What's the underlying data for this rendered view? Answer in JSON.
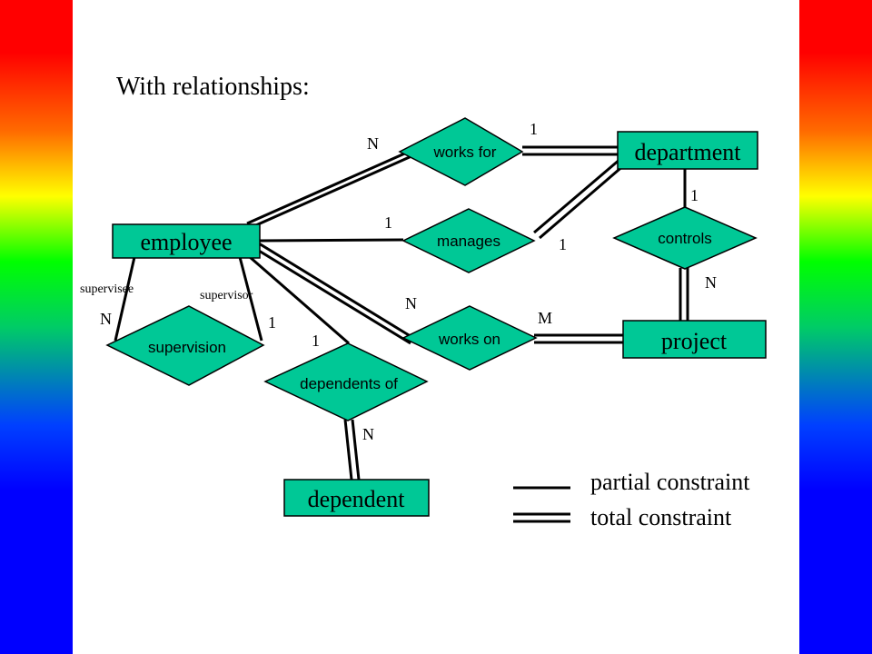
{
  "heading": "With relationships:",
  "entities": {
    "department": "department",
    "employee": "employee",
    "project": "project",
    "dependent": "dependent"
  },
  "relationships": {
    "works_for": "works for",
    "manages": "manages",
    "controls": "controls",
    "works_on": "works on",
    "supervision": "supervision",
    "dependents_of": "dependents of"
  },
  "roles": {
    "supervisee": "supervisee",
    "supervisor": "supervisor"
  },
  "cardinalities": {
    "works_for_emp": "N",
    "works_for_dept": "1",
    "manages_emp": "1",
    "manages_dept": "1",
    "controls_dept": "1",
    "controls_proj": "N",
    "works_on_emp": "N",
    "works_on_proj": "M",
    "supervisee": "N",
    "supervisor": "1",
    "dependents_emp": "1",
    "dependents_dep": "N"
  },
  "legend": {
    "partial": "partial constraint",
    "total": "total constraint"
  },
  "colors": {
    "shape_fill": "#00c896",
    "line": "#000000"
  }
}
